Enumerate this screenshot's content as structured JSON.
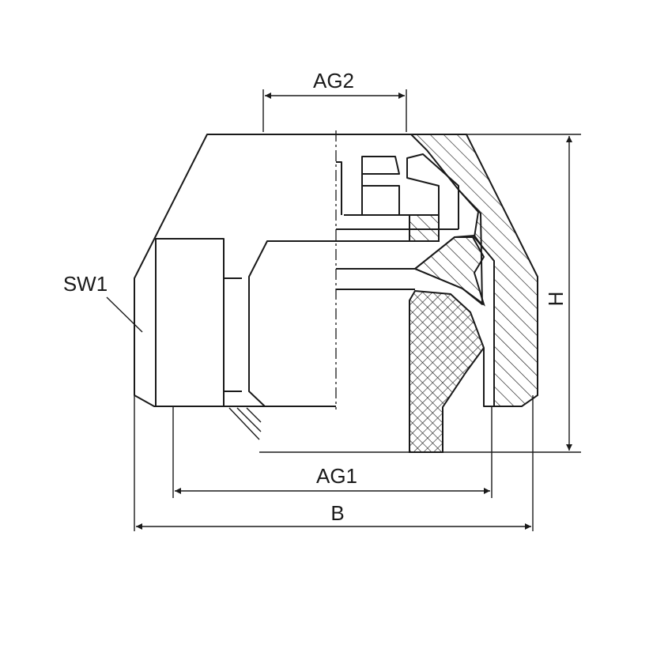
{
  "drawing": {
    "line_color": "#1a1a1a",
    "background": "#ffffff",
    "labels": {
      "ag2": "AG2",
      "sw1": "SW1",
      "h": "H",
      "ag1": "AG1",
      "b": "B"
    }
  }
}
